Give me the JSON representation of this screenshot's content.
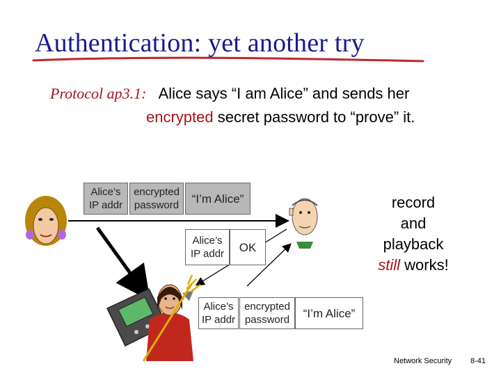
{
  "slide": {
    "title": "Authentication: yet another try",
    "protocol_label": "Protocol ap3.1:",
    "line1_text": "Alice says “I am Alice” and sends her",
    "line2_emph": "encrypted",
    "line2_rest": "secret password to “prove” it.",
    "note_line1": "record",
    "note_line2": "and",
    "note_line3": "playback",
    "note_still": "still",
    "note_works": "works!",
    "footer_left": "Network Security",
    "footer_right": "8-41"
  },
  "msg1": {
    "addr_line1": "Alice’s",
    "addr_line2": "IP addr",
    "enc_line1": "encrypted",
    "enc_line2": "password",
    "claim": "“I’m Alice”"
  },
  "msg2": {
    "addr_line1": "Alice’s",
    "addr_line2": "IP addr",
    "reply": "OK"
  },
  "msg3": {
    "addr_line1": "Alice’s",
    "addr_line2": "IP addr",
    "enc_line1": "encrypted",
    "enc_line2": "password",
    "claim": "“I’m Alice”"
  },
  "colors": {
    "title": "#1a1a8c",
    "accent_red": "#a4141c",
    "packet_gray": "#b8b8b8"
  }
}
